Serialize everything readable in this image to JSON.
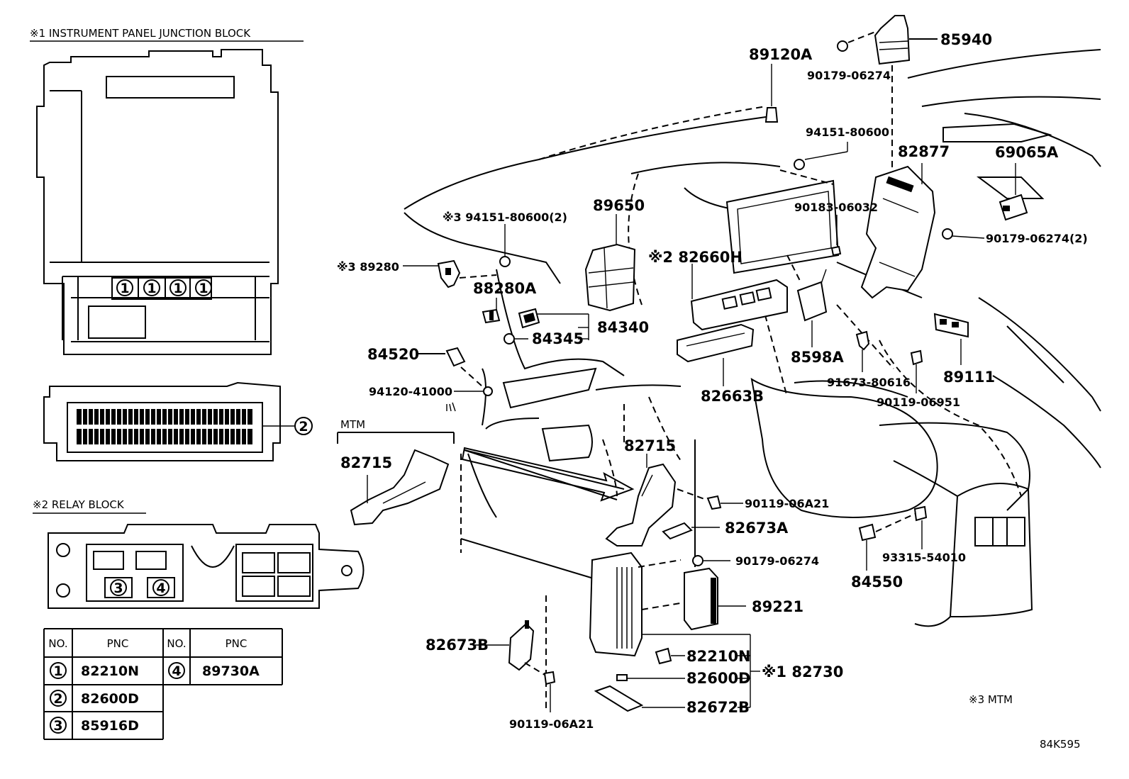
{
  "sections": {
    "junction_block_title": "※1 INSTRUMENT PANEL JUNCTION BLOCK",
    "relay_block_title": "※2 RELAY BLOCK"
  },
  "markers": {
    "m1": "1",
    "m2": "2",
    "m3": "3",
    "m4": "4"
  },
  "pnc_table": {
    "header_no": "NO.",
    "header_pnc": "PNC",
    "rows": [
      {
        "no": "1",
        "pnc": "82210N"
      },
      {
        "no": "2",
        "pnc": "82600D"
      },
      {
        "no": "3",
        "pnc": "85916D"
      },
      {
        "no": "4",
        "pnc": "89730A"
      }
    ]
  },
  "mtm_label": "MTM",
  "note_mtm": "※3 MTM",
  "diagram_code": "84K595",
  "labels": {
    "p85940": "85940",
    "p89120A": "89120A",
    "p90179_06274_top": "90179-06274",
    "p94151_80600": "94151-80600",
    "p82877": "82877",
    "p69065A": "69065A",
    "p90183_06032": "90183-06032",
    "p90179_06274_2": "90179-06274(2)",
    "p94151_80600_2": "※3 94151-80600(2)",
    "p89650": "89650",
    "p89280": "※3 89280",
    "p82660H": "※2 82660H",
    "p88280A": "88280A",
    "p84340": "84340",
    "p84345": "84345",
    "p8598A": "8598A",
    "p84520": "84520",
    "p91673_80616": "91673-80616",
    "p89111": "89111",
    "p94120_41000": "94120-41000",
    "p82663B": "82663B",
    "p90119_06951": "90119-06951",
    "p82715_left": "82715",
    "p82715_mid": "82715",
    "p90119_06A21_mid": "90119-06A21",
    "p82673A": "82673A",
    "p90179_06274_mid": "90179-06274",
    "p93315_54010": "93315-54010",
    "p84550": "84550",
    "p89221": "89221",
    "p82673B": "82673B",
    "p82210N": "82210N",
    "p82600D": "82600D",
    "p82730": "※1 82730",
    "p82672B": "82672B",
    "p90119_06A21_bot": "90119-06A21"
  }
}
